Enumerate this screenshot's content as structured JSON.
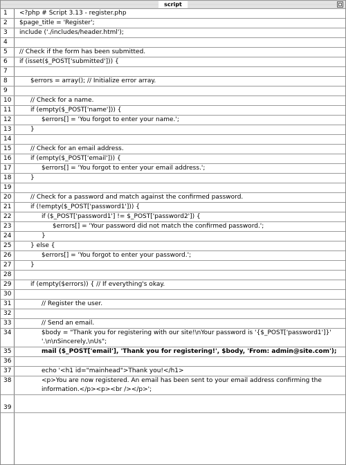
{
  "window": {
    "title": "script"
  },
  "lines": [
    {
      "n": "1",
      "text": "<?php # Script 3.13 - register.php",
      "indent": 0
    },
    {
      "n": "2",
      "text": "$page_title = 'Register';",
      "indent": 0
    },
    {
      "n": "3",
      "text": "include ('./includes/header.html');",
      "indent": 0
    },
    {
      "n": "4",
      "text": "",
      "indent": 0
    },
    {
      "n": "5",
      "text": "// Check if the form has been submitted.",
      "indent": 0
    },
    {
      "n": "6",
      "text": "if (isset($_POST['submitted'])) {",
      "indent": 0
    },
    {
      "n": "7",
      "text": "",
      "indent": 0
    },
    {
      "n": "8",
      "text": "$errors = array(); // Initialize error array.",
      "indent": 1
    },
    {
      "n": "9",
      "text": "",
      "indent": 0
    },
    {
      "n": "10",
      "text": "// Check for a name.",
      "indent": 1
    },
    {
      "n": "11",
      "text": "if (empty($_POST['name'])) {",
      "indent": 1
    },
    {
      "n": "12",
      "text": "$errors[] = 'You forgot to enter your name.';",
      "indent": 2
    },
    {
      "n": "13",
      "text": "}",
      "indent": 1
    },
    {
      "n": "14",
      "text": "",
      "indent": 0
    },
    {
      "n": "15",
      "text": "// Check for an email address.",
      "indent": 1
    },
    {
      "n": "16",
      "text": "if (empty($_POST['email'])) {",
      "indent": 1
    },
    {
      "n": "17",
      "text": "$errors[] = 'You forgot to enter your email address.';",
      "indent": 2
    },
    {
      "n": "18",
      "text": "}",
      "indent": 1
    },
    {
      "n": "19",
      "text": "",
      "indent": 0
    },
    {
      "n": "20",
      "text": "// Check for a password and match against the confirmed password.",
      "indent": 1
    },
    {
      "n": "21",
      "text": "if (!empty($_POST['password1'])) {",
      "indent": 1
    },
    {
      "n": "22",
      "text": "if ($_POST['password1'] != $_POST['password2']) {",
      "indent": 2
    },
    {
      "n": "23",
      "text": "$errors[] = 'Your password did not match the confirmed password.';",
      "indent": 3
    },
    {
      "n": "24",
      "text": "}",
      "indent": 2
    },
    {
      "n": "25",
      "text": "} else {",
      "indent": 1
    },
    {
      "n": "26",
      "text": "$errors[] = 'You forgot to enter your password.';",
      "indent": 2
    },
    {
      "n": "27",
      "text": "}",
      "indent": 1
    },
    {
      "n": "28",
      "text": "",
      "indent": 0
    },
    {
      "n": "29",
      "text": "if (empty($errors)) { // If everything's okay.",
      "indent": 1
    },
    {
      "n": "30",
      "text": "",
      "indent": 0
    },
    {
      "n": "31",
      "text": "// Register the user.",
      "indent": 2
    },
    {
      "n": "32",
      "text": "",
      "indent": 0
    },
    {
      "n": "33",
      "text": "// Send an email.",
      "indent": 2
    },
    {
      "n": "34",
      "text": "$body = \"Thank you for registering with our site!\\nYour password is '{$_POST['password1']}'",
      "text2": "'.\\n\\nSincerely,\\nUs\";",
      "indent": 2
    },
    {
      "n": "35",
      "text": "mail ($_POST['email'], 'Thank you for registering!', $body, 'From: admin@site.com');",
      "indent": 2,
      "highlight": true
    },
    {
      "n": "36",
      "text": "",
      "indent": 0
    },
    {
      "n": "37",
      "text": "echo '<h1 id=\"mainhead\">Thank you!</h1>",
      "indent": 2
    },
    {
      "n": "38",
      "text": "<p>You are now registered. An email has been sent to your email address confirming the",
      "text2": "information.</p><p><br /></p>';",
      "indent": 2
    },
    {
      "n": "39",
      "text": "",
      "indent": 0
    }
  ]
}
